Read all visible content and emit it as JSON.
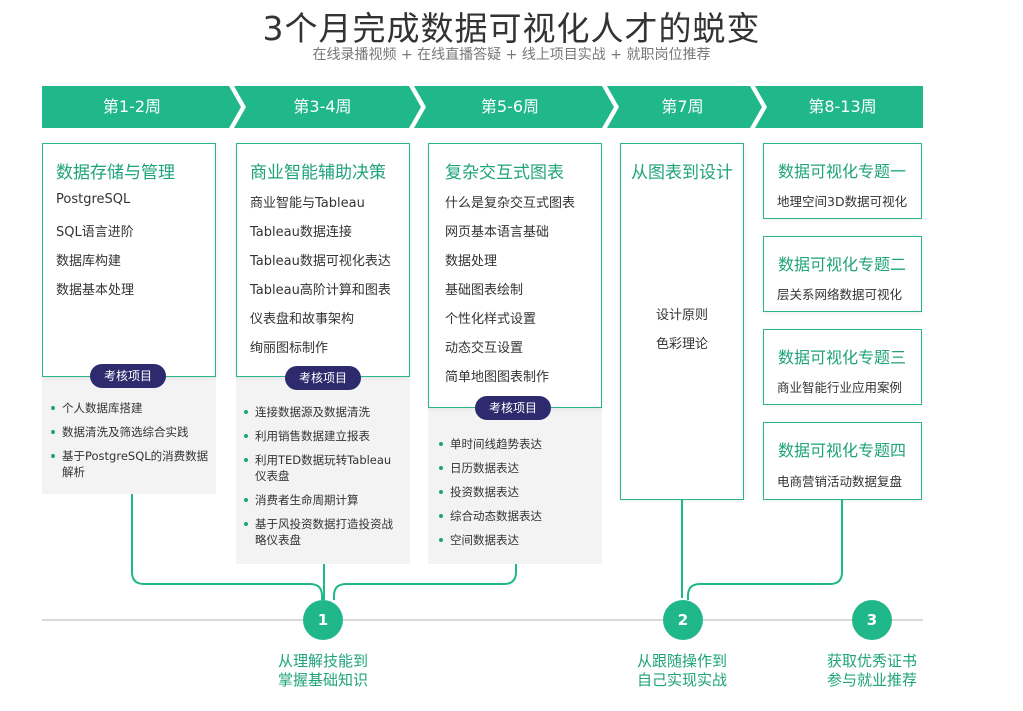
{
  "header": {
    "title": "3个月完成数据可视化人才的蜕变",
    "subtitle": "在线录播视频 + 在线直播答疑 + 线上项目实战 + 就职岗位推荐"
  },
  "phases": [
    "第1-2周",
    "第3-4周",
    "第5-6周",
    "第7周",
    "第8-13周"
  ],
  "col1": {
    "title": "数据存储与管理",
    "items": [
      "PostgreSQL",
      "SQL语言进阶",
      "数据库构建",
      "数据基本处理"
    ],
    "badge": "考核项目",
    "projects": [
      "个人数据库搭建",
      "数据清洗及筛选综合实践",
      "基于PostgreSQL的消费数据",
      "解析"
    ]
  },
  "col2": {
    "title": "商业智能辅助决策",
    "items": [
      "商业智能与Tableau",
      "Tableau数据连接",
      "Tableau数据可视化表达",
      "Tableau高阶计算和图表",
      "仪表盘和故事架构",
      "绚丽图标制作"
    ],
    "badge": "考核项目",
    "projects": [
      "连接数据源及数据清洗",
      "利用销售数据建立报表",
      "利用TED数据玩转Tableau",
      "仪表盘",
      "消费者生命周期计算",
      "基于风投资数据打造投资战",
      "略仪表盘"
    ]
  },
  "col3": {
    "title": "复杂交互式图表",
    "items": [
      "什么是复杂交互式图表",
      "网页基本语言基础",
      "数据处理",
      "基础图表绘制",
      "个性化样式设置",
      "动态交互设置",
      "简单地图图表制作"
    ],
    "badge": "考核项目",
    "projects": [
      "单时间线趋势表达",
      "日历数据表达",
      "投资数据表达",
      "综合动态数据表达",
      "空间数据表达"
    ]
  },
  "col4": {
    "title": "从图表到设计",
    "items": [
      "设计原则",
      "色彩理论"
    ]
  },
  "col5": [
    {
      "title": "数据可视化专题一",
      "desc": "地理空间3D数据可视化"
    },
    {
      "title": "数据可视化专题二",
      "desc": "层关系网络数据可视化"
    },
    {
      "title": "数据可视化专题三",
      "desc": "商业智能行业应用案例"
    },
    {
      "title": "数据可视化专题四",
      "desc": "电商营销活动数据复盘"
    }
  ],
  "milestones": [
    {
      "num": "1",
      "line1": "从理解技能到",
      "line2": "掌握基础知识"
    },
    {
      "num": "2",
      "line1": "从跟随操作到",
      "line2": "自己实现实战"
    },
    {
      "num": "3",
      "line1": "获取优秀证书",
      "line2": "参与就业推荐"
    }
  ],
  "colors": {
    "accent": "#20b88a",
    "badge": "#2d2a6e",
    "panel": "#f3f3f3"
  }
}
